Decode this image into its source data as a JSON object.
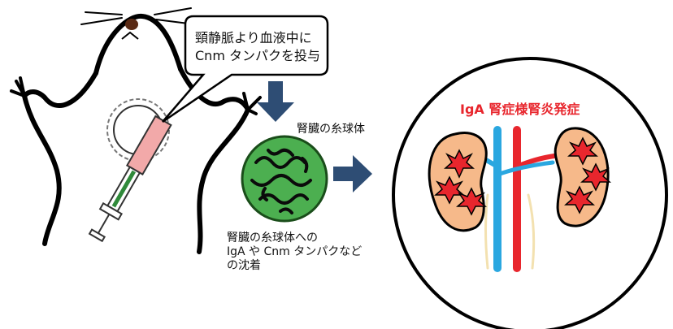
{
  "callout": {
    "line1": "頸静脈より血液中に",
    "line2": "Cnm タンパクを投与"
  },
  "glomerulus_label": "腎臓の糸球体",
  "deposit_text": {
    "line1": "腎臓の糸球体への",
    "line2": "IgA や Cnm タンパクなど",
    "line3": "の沈着"
  },
  "result_title": "IgA 腎症様腎炎発症",
  "colors": {
    "arrow": "#2e4d74",
    "syringe_barrel": "#f2a9a9",
    "syringe_needle": "#2f8a3a",
    "glomerulus_green": "#4caf50",
    "kidney_fill": "#f6b98a",
    "injury_red": "#e8262d",
    "artery_red": "#e8262d",
    "vein_blue": "#2aa7e0",
    "title_red": "#e8262d"
  }
}
